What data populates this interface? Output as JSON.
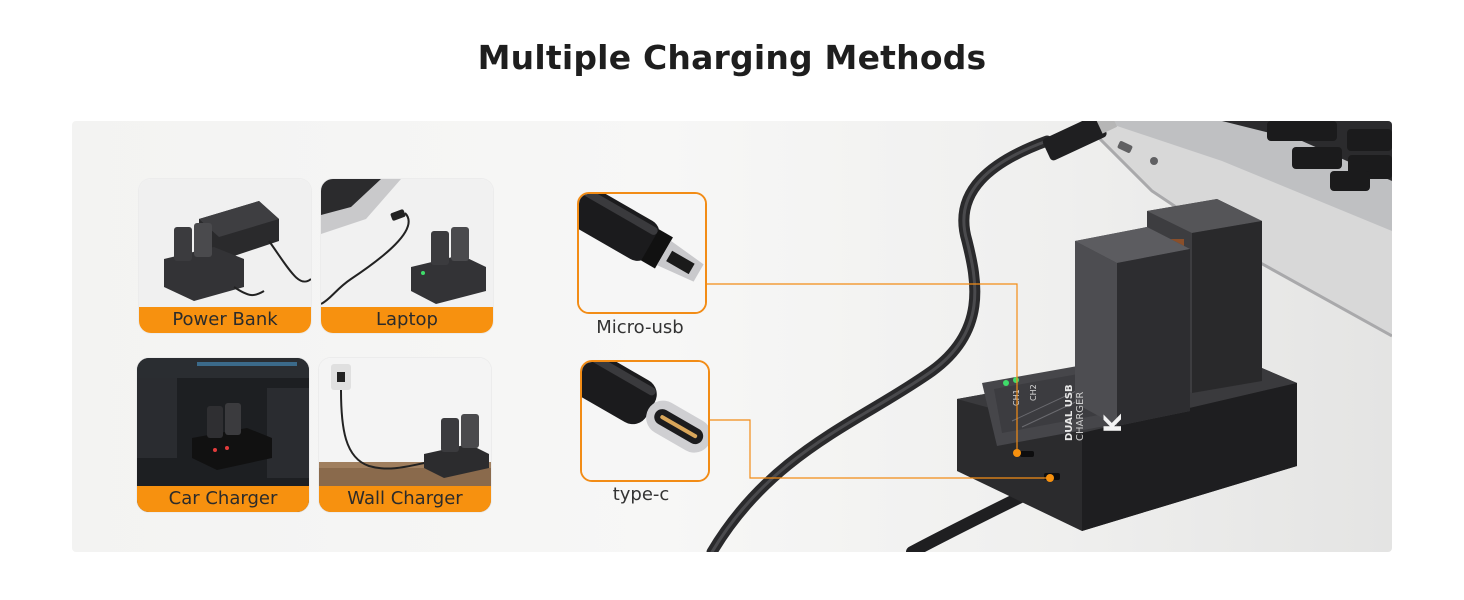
{
  "title": "Multiple Charging Methods",
  "methods": [
    {
      "label": "Power Bank"
    },
    {
      "label": "Laptop"
    },
    {
      "label": "Car Charger"
    },
    {
      "label": "Wall Charger"
    }
  ],
  "connectors": [
    {
      "label": "Micro-usb"
    },
    {
      "label": "type-c"
    }
  ],
  "charger": {
    "brand_mark": "K",
    "print_line1": "DUAL USB",
    "print_line2": "CHARGER",
    "slot1": "CH1",
    "slot2": "CH2"
  },
  "colors": {
    "accent": "#f7910f",
    "title_text": "#1e1e1e",
    "panel_bg": "#f3f3f2"
  }
}
